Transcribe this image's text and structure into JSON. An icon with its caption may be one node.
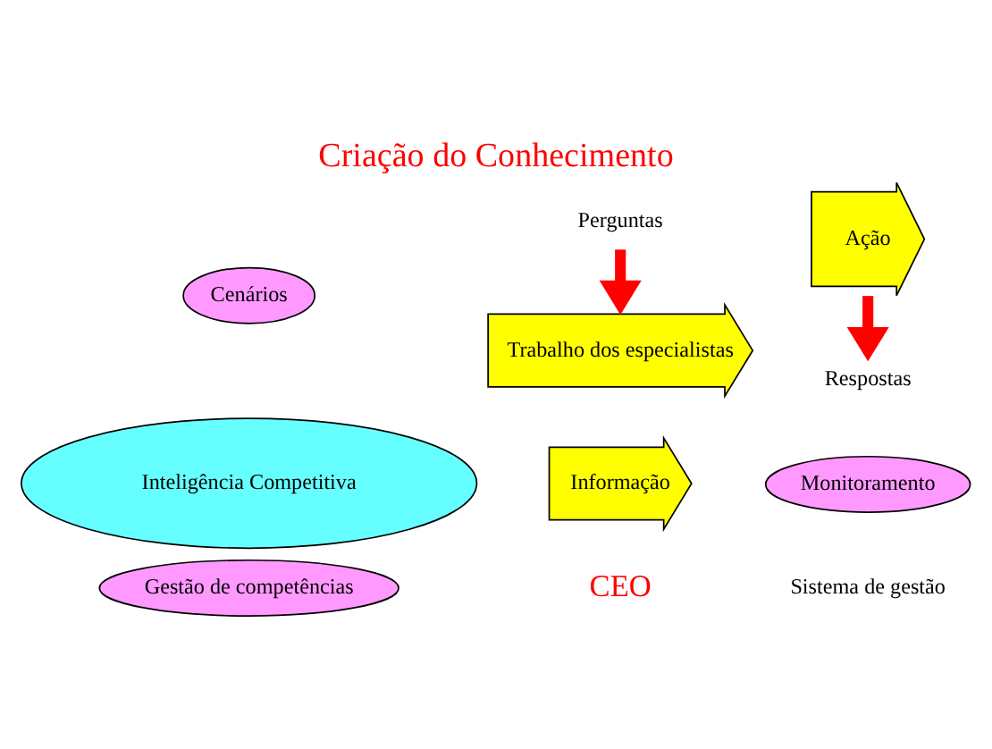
{
  "diagram": {
    "title": "Criação do Conhecimento",
    "nodes": [
      {
        "text": [
          "Cenários"
        ]
      },
      {
        "text": [
          "Perguntas"
        ]
      },
      {
        "text": [
          "Respostas"
        ]
      },
      {
        "text": [
          "Inteligência Competitiva"
        ]
      },
      {
        "text": [
          "Informação"
        ]
      },
      {
        "text": [
          "Trabalho dos especialistas"
        ]
      },
      {
        "text": [
          "Ação"
        ]
      },
      {
        "text": [
          "Monitoramento"
        ]
      },
      {
        "text": [
          "Gestão de competências"
        ]
      }
    ],
    "edges": [
      {
        "from": 1,
        "to": 5,
        "arrow": "to"
      },
      {
        "from": 6,
        "to": 2,
        "arrow": "to"
      }
    ],
    "labels": [
      "CEO",
      "Sistema de gestão"
    ]
  }
}
